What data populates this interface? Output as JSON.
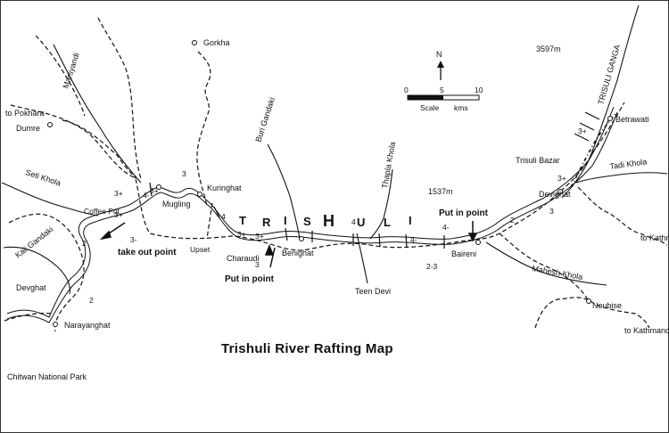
{
  "title": "Trishuli River Rafting Map",
  "scale": {
    "north": "N",
    "ticks": [
      "0",
      "5",
      "10"
    ],
    "caption": "Scale",
    "unit": "kms"
  },
  "rivers": {
    "marsyandi": "Marsyandi",
    "seti": "Seti Khola",
    "kali": "Kali Gandaki",
    "buri": "Buri Gandaki",
    "thapla": "Thapla Khola",
    "trisuli_ganga": "TRISULI GANGA",
    "tadi": "Tadi Khola",
    "mahesh": "Mahesh Khola",
    "trishuli_letters": [
      "T",
      "R",
      "I",
      "S",
      "H",
      "U",
      "L",
      "I"
    ]
  },
  "places": {
    "gorkha": "Gorkha",
    "pokhara": "to Pokhara",
    "dumre": "Dumre",
    "coffee_pot": "Coffee Pot",
    "mugling": "Mugling",
    "kuringhat": "Kuringhat",
    "upset": "Upset",
    "charaudi": "Charaudi",
    "benighat": "Benighat",
    "teen_devi": "Teen Devi",
    "baireni": "Baireni",
    "devighat_e": "Devighat",
    "trisuli_bazar": "Trisuli Bazar",
    "betrawati": "Betrawati",
    "noubise": "Noubise",
    "kathmandu_1": "to Kathmandu",
    "kathmandu_2": "to Kathmandu",
    "devghat": "Devghat",
    "narayanghat": "Narayanghat",
    "chitwan": "Chitwan National Park"
  },
  "elevations": {
    "peak": "3597m",
    "point": "1537m"
  },
  "markers": {
    "take_out": "take out point",
    "put_in_1": "Put in point",
    "put_in_2": "Put in point"
  },
  "grades": {
    "g1": "3+",
    "g2": "3-",
    "g3": "2",
    "g4": "2",
    "g5": "3+",
    "g6": "4-",
    "g7": "3",
    "g8": "3+",
    "g9": "4",
    "g10": "3+",
    "g11": "3+",
    "g12": "3",
    "g13": "4",
    "g14": "4-",
    "g15": "4-",
    "g16": "2-3",
    "g17": "2",
    "g18": "3",
    "g19": "3+",
    "g20": "3+"
  }
}
